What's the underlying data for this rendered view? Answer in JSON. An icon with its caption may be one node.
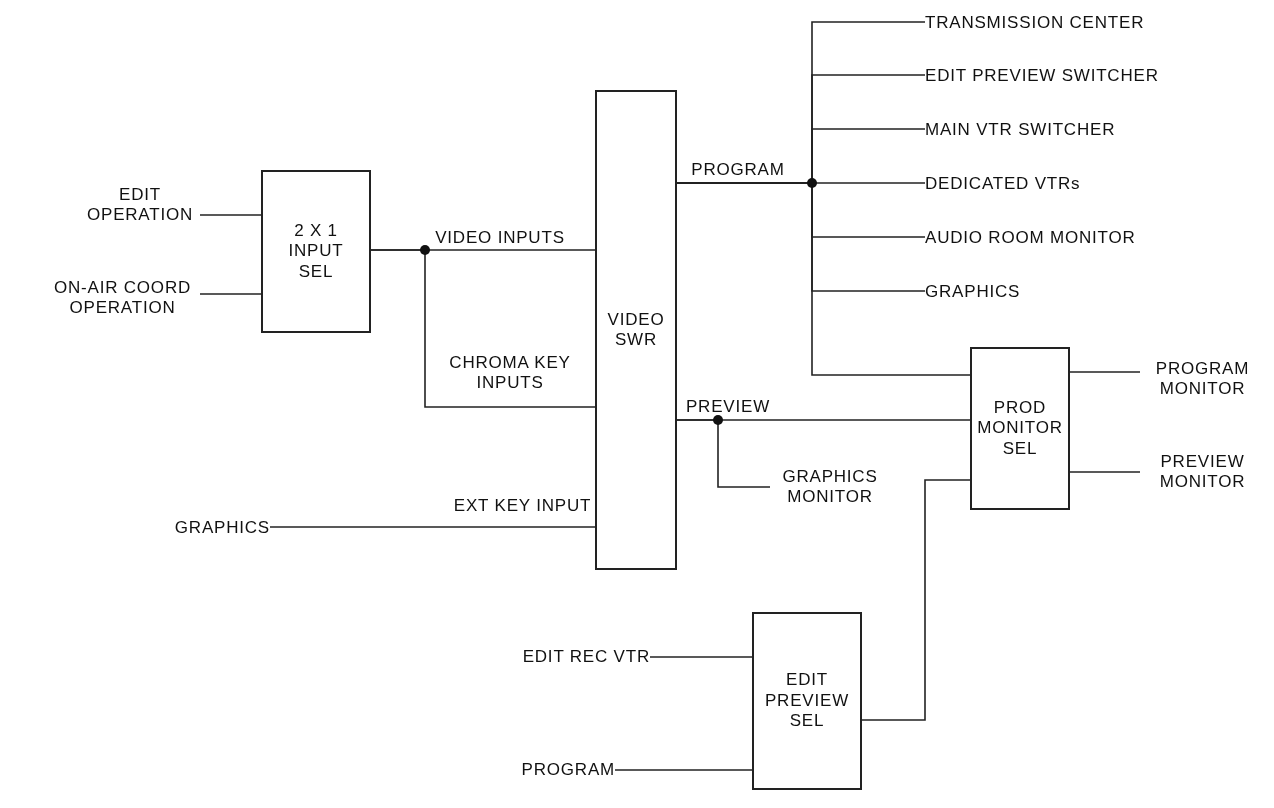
{
  "diagram": {
    "nodes": [
      {
        "text": [
          "EDIT OPERATION"
        ]
      },
      {
        "text": [
          "ON-AIR COORD OPERATION"
        ]
      },
      {
        "text": [
          "2 X 1 INPUT SEL"
        ]
      },
      {
        "text": [
          "VIDEO SWR"
        ]
      },
      {
        "text": [
          "GRAPHICS"
        ]
      },
      {
        "text": [
          "TRANSMISSION CENTER"
        ]
      },
      {
        "text": [
          "EDIT PREVIEW SWITCHER"
        ]
      },
      {
        "text": [
          "MAIN VTR SWITCHER"
        ]
      },
      {
        "text": [
          "DEDICATED VTRs"
        ]
      },
      {
        "text": [
          "AUDIO ROOM MONITOR"
        ]
      },
      {
        "text": [
          "GRAPHICS"
        ]
      },
      {
        "text": [
          "PROD MONITOR SEL"
        ]
      },
      {
        "text": [
          "PROGRAM MONITOR"
        ]
      },
      {
        "text": [
          "PREVIEW MONITOR"
        ]
      },
      {
        "text": [
          "GRAPHICS MONITOR"
        ]
      },
      {
        "text": [
          "EDIT PREVIEW SEL"
        ]
      },
      {
        "text": [
          "EDIT REC VTR"
        ]
      },
      {
        "text": [
          "PROGRAM"
        ]
      }
    ],
    "edges": [
      {
        "from": 0,
        "to": 2,
        "arrow": "none"
      },
      {
        "from": 1,
        "to": 2,
        "arrow": "none"
      },
      {
        "from": 2,
        "to": 3,
        "arrow": "none",
        "label": "VIDEO INPUTS"
      },
      {
        "from": 2,
        "to": 3,
        "arrow": "none",
        "label": "CHROMA KEY INPUTS"
      },
      {
        "from": 4,
        "to": 3,
        "arrow": "none",
        "label": "EXT KEY INPUT"
      },
      {
        "from": 3,
        "to": 5,
        "arrow": "none"
      },
      {
        "from": 3,
        "to": 6,
        "arrow": "none"
      },
      {
        "from": 3,
        "to": 7,
        "arrow": "none"
      },
      {
        "from": 3,
        "to": 8,
        "arrow": "none",
        "label": "PROGRAM"
      },
      {
        "from": 3,
        "to": 9,
        "arrow": "none"
      },
      {
        "from": 3,
        "to": 10,
        "arrow": "none"
      },
      {
        "from": 3,
        "to": 11,
        "arrow": "none"
      },
      {
        "from": 3,
        "to": 11,
        "arrow": "none",
        "label": "PREVIEW"
      },
      {
        "from": 3,
        "to": 14,
        "arrow": "none"
      },
      {
        "from": 11,
        "to": 12,
        "arrow": "none"
      },
      {
        "from": 11,
        "to": 13,
        "arrow": "none"
      },
      {
        "from": 16,
        "to": 15,
        "arrow": "none"
      },
      {
        "from": 17,
        "to": 15,
        "arrow": "none"
      },
      {
        "from": 15,
        "to": 11,
        "arrow": "none"
      }
    ]
  }
}
